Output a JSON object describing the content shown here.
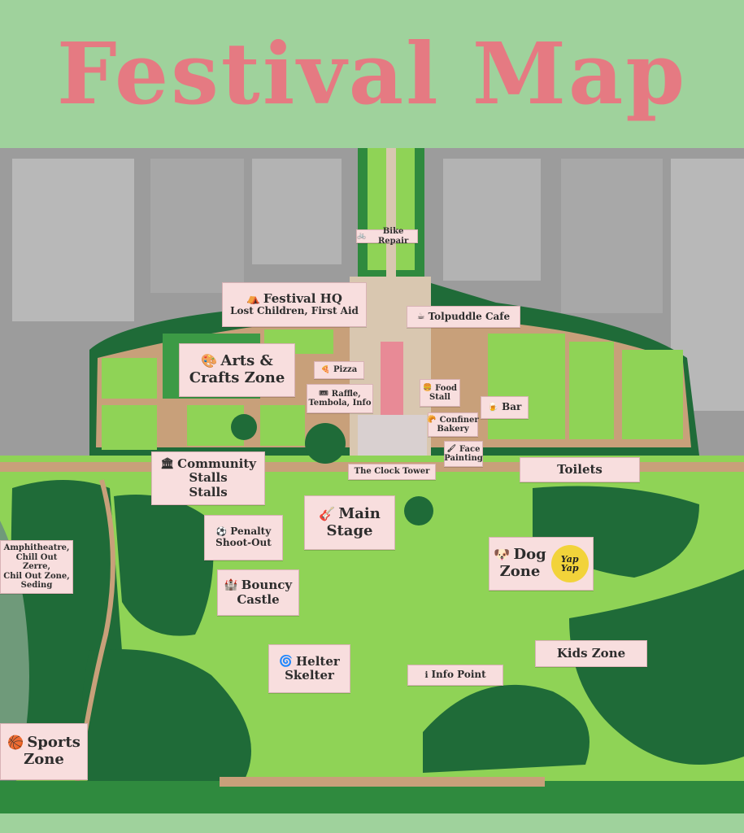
{
  "title": "Festival Map",
  "colors": {
    "title": "#e57a82",
    "background": "#9fd29c",
    "buildings": "#9e9e9e",
    "lawn": "#8fd356",
    "trees": "#1f6b38",
    "paths": "#c8a07a",
    "label_bg": "#f8dede"
  },
  "labels": {
    "bike_repair": "Bike Repair",
    "festival_hq": "Festival HQ",
    "festival_hq_sub": "Lost Children, First Aid",
    "tolpuddle_cafe": "Tolpuddle Cafe",
    "arts_line1": "Arts &",
    "arts_line2": "Crafts Zone",
    "pizza": "Pizza",
    "raffle_line1": "Raffle,",
    "raffle_line2": "Tembola, Info",
    "food_stall_line1": "Food",
    "food_stall_line2": "Stall",
    "bar": "Bar",
    "bakery_line1": "Confiner",
    "bakery_line2": "Bakery",
    "face_line1": "Face",
    "face_line2": "Painting",
    "clock_tower": "The Clock Tower",
    "community_line1": "Community",
    "community_line2": "Stalls",
    "community_line3": "Stalls",
    "toilets": "Toilets",
    "main_stage_line1": "Main",
    "main_stage_line2": "Stage",
    "penalty_line1": "Penalty",
    "penalty_line2": "Shoot-Out",
    "amphi_line1": "Amphitheatre,",
    "amphi_line2": "Chill Out Zerre,",
    "amphi_line3": "Chil Out Zone,",
    "amphi_line4": "Seding",
    "dog_zone_line1": "Dog",
    "dog_zone_line2": "Zone",
    "yap_line1": "Yap",
    "yap_line2": "Yap",
    "bouncy_line1": "Bouncy",
    "bouncy_line2": "Castle",
    "kids_zone": "Kids Zone",
    "helter_line1": "Helter",
    "helter_line2": "Skelter",
    "info_point": "Info Point",
    "sports_line1": "Sports",
    "sports_line2": "Zone"
  },
  "icons": {
    "bike_repair": "bike-icon",
    "festival_hq": "tent-icon",
    "tolpuddle_cafe": "coffee-cup-icon",
    "arts": "palette-icon",
    "pizza": "pizza-icon",
    "raffle": "ticket-icon",
    "food_stall": "food-icon",
    "bar": "beer-icon",
    "bakery": "bread-icon",
    "face_painting": "paint-icon",
    "community": "stall-icon",
    "main_stage": "guitar-icon",
    "penalty": "football-icon",
    "dog_zone": "dog-icon",
    "bouncy_castle": "castle-icon",
    "helter_skelter": "spiral-icon",
    "info_point": "info-icon",
    "sports_zone": "basketball-icon"
  }
}
